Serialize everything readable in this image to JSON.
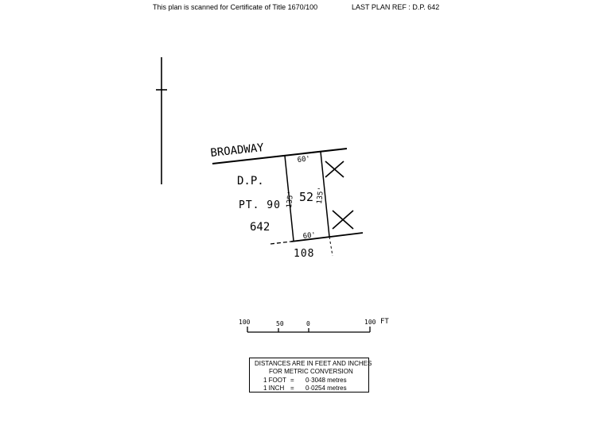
{
  "header": {
    "scan_note": "This plan is scanned for Certificate of Title 1670/100",
    "last_plan_ref": "LAST PLAN REF :  D.P. 642"
  },
  "plan": {
    "street": "BROADWAY",
    "lot_number": "52",
    "adjacent_label_1": "D.P.",
    "adjacent_label_2": "PT. 90",
    "adjacent_label_3": "642",
    "lot_below": "108",
    "top_frontage": "60'",
    "bottom_frontage": "60'",
    "left_depth": "135'",
    "right_depth": "135'"
  },
  "scale_bar": {
    "label_left": "100",
    "label_50": "50",
    "label_0": "0",
    "label_right": "100",
    "unit": "FT"
  },
  "legend": {
    "line1": "DISTANCES ARE IN FEET AND INCHES",
    "line2": "FOR METRIC CONVERSION",
    "foot_label": "1 FOOT",
    "foot_eq": "=",
    "foot_value": "0·3048 metres",
    "inch_label": "1 INCH",
    "inch_eq": "=",
    "inch_value": "0·0254 metres"
  }
}
